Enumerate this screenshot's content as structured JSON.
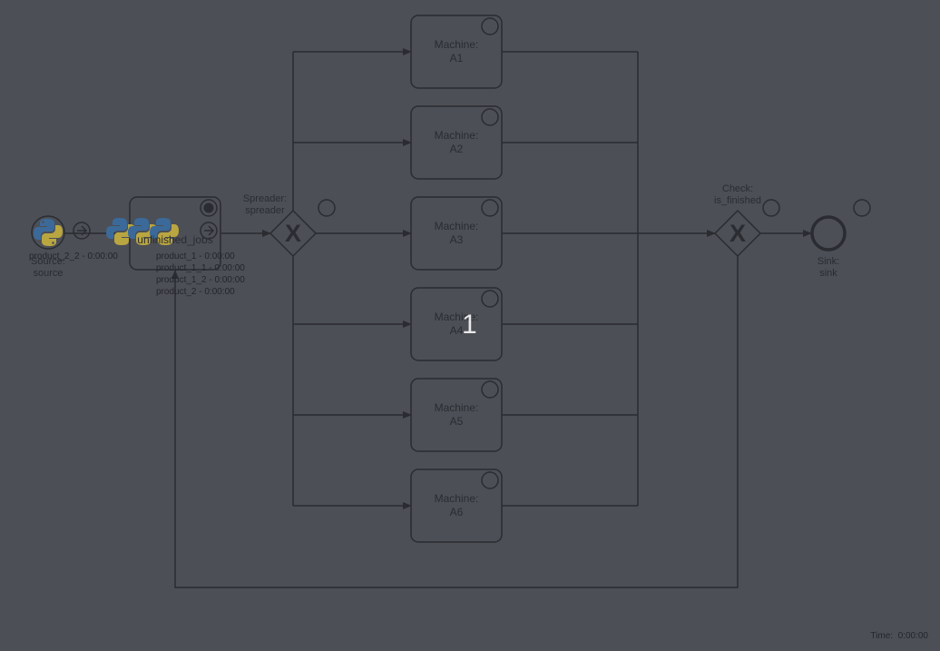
{
  "source": {
    "title": "Source:",
    "name": "source",
    "queue": "product_2_2 - 0:00:00"
  },
  "activity": {
    "name": "unfinished_jobs",
    "queue": [
      "product_1 - 0:00:00",
      "product_1_1 - 0:00:00",
      "product_1_2 - 0:00:00",
      "product_2 - 0:00:00"
    ]
  },
  "spreader": {
    "title": "Spreader:",
    "name": "spreader",
    "symbol": "X"
  },
  "machines": [
    {
      "title": "Machine:",
      "name": "A1"
    },
    {
      "title": "Machine:",
      "name": "A2"
    },
    {
      "title": "Machine:",
      "name": "A3"
    },
    {
      "title": "Machine:",
      "name": "A4"
    },
    {
      "title": "Machine:",
      "name": "A5"
    },
    {
      "title": "Machine:",
      "name": "A6"
    }
  ],
  "check": {
    "title": "Check:",
    "name": "is_finished",
    "symbol": "X"
  },
  "sink": {
    "title": "Sink:",
    "name": "sink"
  },
  "counter": "1",
  "time": {
    "label": "Time:",
    "value": "0:00:00"
  },
  "colors": {
    "background": "#4c4f56",
    "stroke": "#2a2c31",
    "python_blue": "#3b6a9a",
    "python_yellow": "#b9a641"
  }
}
